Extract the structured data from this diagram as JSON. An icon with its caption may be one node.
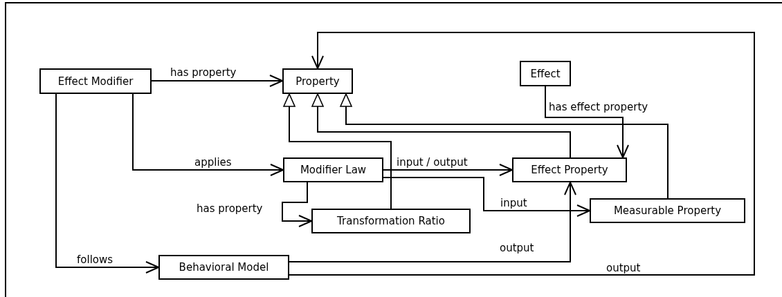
{
  "diagram": {
    "nodes": [
      {
        "text": [
          "Effect Modifier"
        ]
      },
      {
        "text": [
          "Property"
        ]
      },
      {
        "text": [
          "Effect"
        ]
      },
      {
        "text": [
          "Modifier Law"
        ]
      },
      {
        "text": [
          "Effect Property"
        ]
      },
      {
        "text": [
          "Transformation Ratio"
        ]
      },
      {
        "text": [
          "Measurable Property"
        ]
      },
      {
        "text": [
          "Behavioral Model"
        ]
      }
    ],
    "edges": [
      {
        "from": 0,
        "to": 1,
        "arrow": "to",
        "label": "has property"
      },
      {
        "from": 0,
        "to": 3,
        "arrow": "to",
        "label": "applies"
      },
      {
        "from": 0,
        "to": 7,
        "arrow": "to",
        "label": "follows"
      },
      {
        "from": 5,
        "to": 1,
        "arrow": "to"
      },
      {
        "from": 4,
        "to": 1,
        "arrow": "to"
      },
      {
        "from": 6,
        "to": 1,
        "arrow": "to"
      },
      {
        "from": 2,
        "to": 4,
        "arrow": "to",
        "label": "has effect property"
      },
      {
        "from": 3,
        "to": 4,
        "arrow": "to",
        "label": "input / output"
      },
      {
        "from": 3,
        "to": 6,
        "arrow": "to",
        "label": "input"
      },
      {
        "from": 3,
        "to": 5,
        "arrow": "to",
        "label": "has property"
      },
      {
        "from": 7,
        "to": 4,
        "arrow": "to",
        "label": "output"
      },
      {
        "from": 7,
        "to": 1,
        "arrow": "to",
        "label": "output"
      }
    ]
  }
}
